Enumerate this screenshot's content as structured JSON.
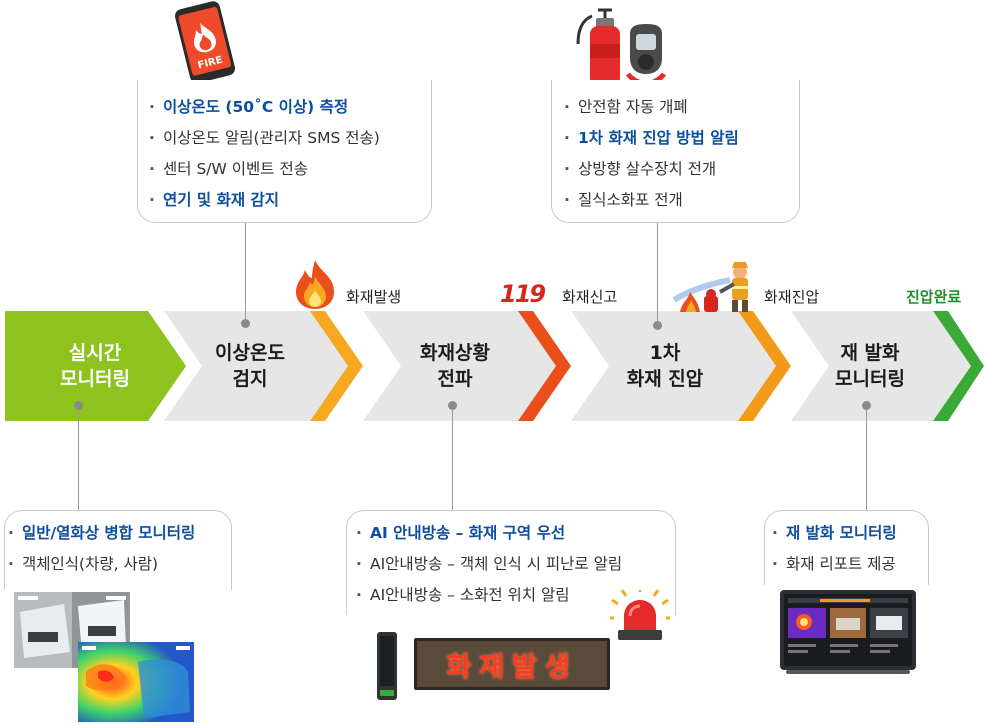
{
  "steps": [
    {
      "label": "실시간\n모니터링"
    },
    {
      "label": "이상온도\n검지"
    },
    {
      "label": "화재상황\n전파"
    },
    {
      "label": "1차\n화재 진압"
    },
    {
      "label": "재 발화\n모니터링"
    }
  ],
  "events": {
    "fire_occur": "화재발생",
    "report_badge": "119",
    "fire_report": "화재신고",
    "fire_suppress": "화재진압",
    "suppress_done": "진압완료"
  },
  "callouts": {
    "detection": [
      {
        "text": "이상온도 (50˚C 이상) 측정",
        "highlight": true
      },
      {
        "text": "이상온도 알림(관리자 SMS 전송)",
        "highlight": false
      },
      {
        "text": "센터 S/W 이벤트 전송",
        "highlight": false
      },
      {
        "text": "연기 및 화재 감지",
        "highlight": true
      }
    ],
    "suppression": [
      {
        "text": "안전함 자동 개폐",
        "highlight": false
      },
      {
        "text": "1차 화재 진압 방법 알림",
        "highlight": true
      },
      {
        "text": "상방향 살수장치 전개",
        "highlight": false
      },
      {
        "text": "질식소화포 전개",
        "highlight": false
      }
    ],
    "monitoring": [
      {
        "text": "일반/열화상 병합 모니터링",
        "highlight": true
      },
      {
        "text": "객체인식(차량, 사람)",
        "highlight": false
      }
    ],
    "broadcast": [
      {
        "text": "AI 안내방송 – 화재 구역 우선",
        "highlight": true
      },
      {
        "text": "AI안내방송 – 객체 인식 시 피난로 알림",
        "highlight": false
      },
      {
        "text": "AI안내방송 – 소화전 위치 알림",
        "highlight": false
      }
    ],
    "reignition": [
      {
        "text": "재 발화 모니터링",
        "highlight": true
      },
      {
        "text": "화재 리포트 제공",
        "highlight": false
      }
    ]
  },
  "phone_icon_text": "FIRE",
  "led_sign_text": "화재발생",
  "colors": {
    "step_first": "#8dc21f",
    "step_gray": "#e6e6e6",
    "chevron_yellow": "#f6a821",
    "chevron_red": "#e94e1b",
    "chevron_orange": "#f39a1a",
    "chevron_green": "#3aa935",
    "highlight_text": "#0d4f9e",
    "done_text": "#1f8f2a"
  }
}
